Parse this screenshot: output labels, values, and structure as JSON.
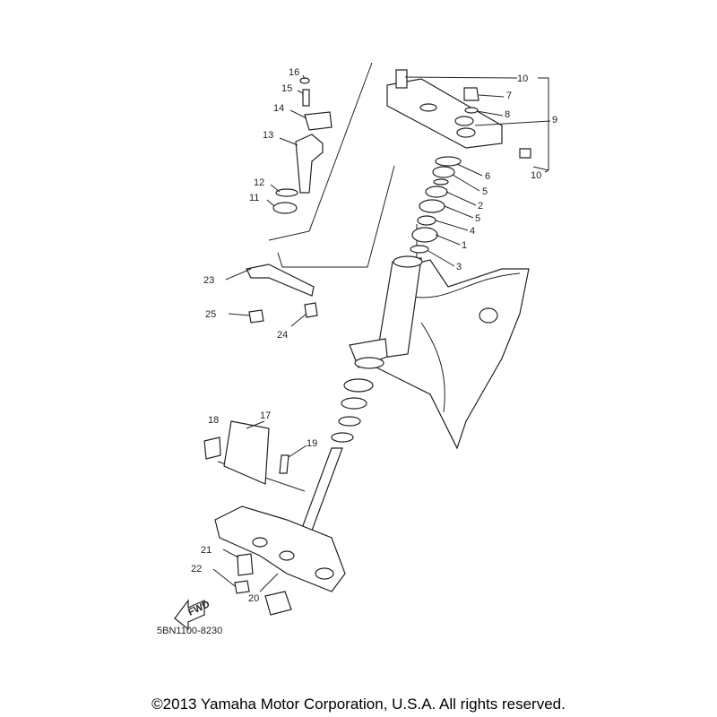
{
  "diagram": {
    "callouts": [
      {
        "id": "callout-16",
        "text": "16"
      },
      {
        "id": "callout-15",
        "text": "15"
      },
      {
        "id": "callout-14",
        "text": "14"
      },
      {
        "id": "callout-13",
        "text": "13"
      },
      {
        "id": "callout-12",
        "text": "12"
      },
      {
        "id": "callout-11",
        "text": "11"
      },
      {
        "id": "callout-10-top",
        "text": "10"
      },
      {
        "id": "callout-7",
        "text": "7"
      },
      {
        "id": "callout-8",
        "text": "8"
      },
      {
        "id": "callout-9",
        "text": "9"
      },
      {
        "id": "callout-10-bottom",
        "text": "10"
      },
      {
        "id": "callout-6",
        "text": "6"
      },
      {
        "id": "callout-5-top",
        "text": "5"
      },
      {
        "id": "callout-2",
        "text": "2"
      },
      {
        "id": "callout-5-bottom",
        "text": "5"
      },
      {
        "id": "callout-4",
        "text": "4"
      },
      {
        "id": "callout-1",
        "text": "1"
      },
      {
        "id": "callout-3",
        "text": "3"
      },
      {
        "id": "callout-23",
        "text": "23"
      },
      {
        "id": "callout-25",
        "text": "25"
      },
      {
        "id": "callout-24",
        "text": "24"
      },
      {
        "id": "callout-18",
        "text": "18"
      },
      {
        "id": "callout-17",
        "text": "17"
      },
      {
        "id": "callout-19",
        "text": "19"
      },
      {
        "id": "callout-21",
        "text": "21"
      },
      {
        "id": "callout-22",
        "text": "22"
      },
      {
        "id": "callout-20",
        "text": "20"
      }
    ],
    "fwd_label": "FWD",
    "part_number": "5BN1100-8230"
  },
  "footer": {
    "copyright": "©2013 Yamaha Motor Corporation, U.S.A. All rights reserved."
  }
}
